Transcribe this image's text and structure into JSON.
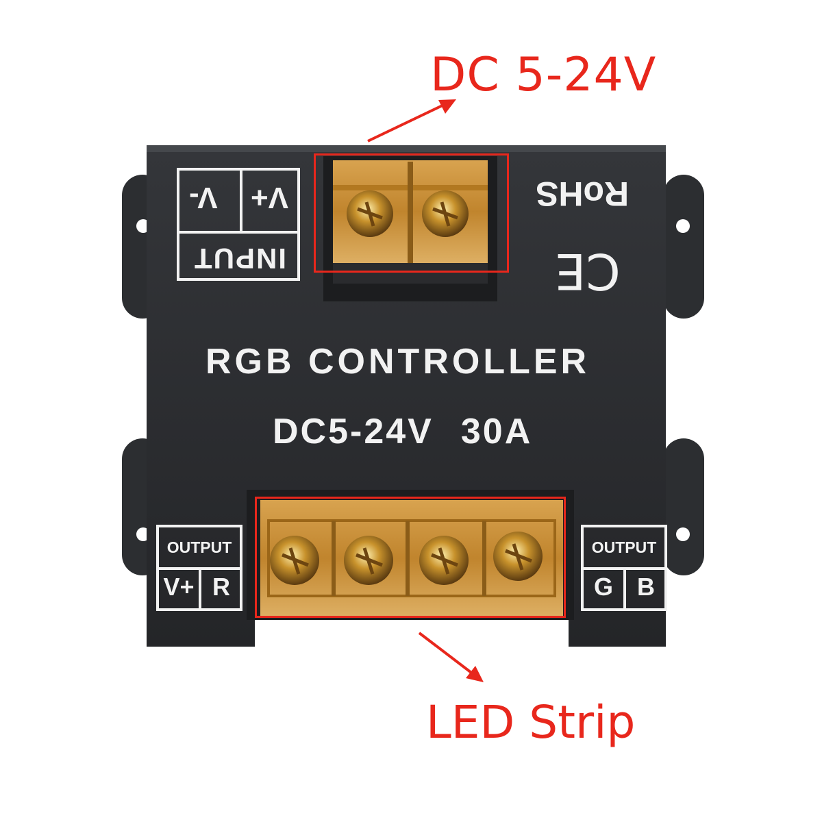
{
  "callouts": {
    "top": "DC 5-24V",
    "bottom": "LED Strip"
  },
  "device": {
    "title": "RGB CONTROLLER",
    "voltage": "DC5-24V",
    "current": "30A",
    "rohs": "RoHS",
    "ce": "CE",
    "input_label": {
      "v_minus": "V-",
      "v_plus": "V+",
      "word": "INPUT"
    },
    "output_left": {
      "head": "OUTPUT",
      "a": "V+",
      "b": "R"
    },
    "output_right": {
      "head": "OUTPUT",
      "a": "G",
      "b": "B"
    }
  },
  "colors": {
    "annotation": "#e8271c",
    "body": "#2b2d30",
    "terminal_cover": "#d9a24a",
    "print": "#f2f2f2"
  }
}
